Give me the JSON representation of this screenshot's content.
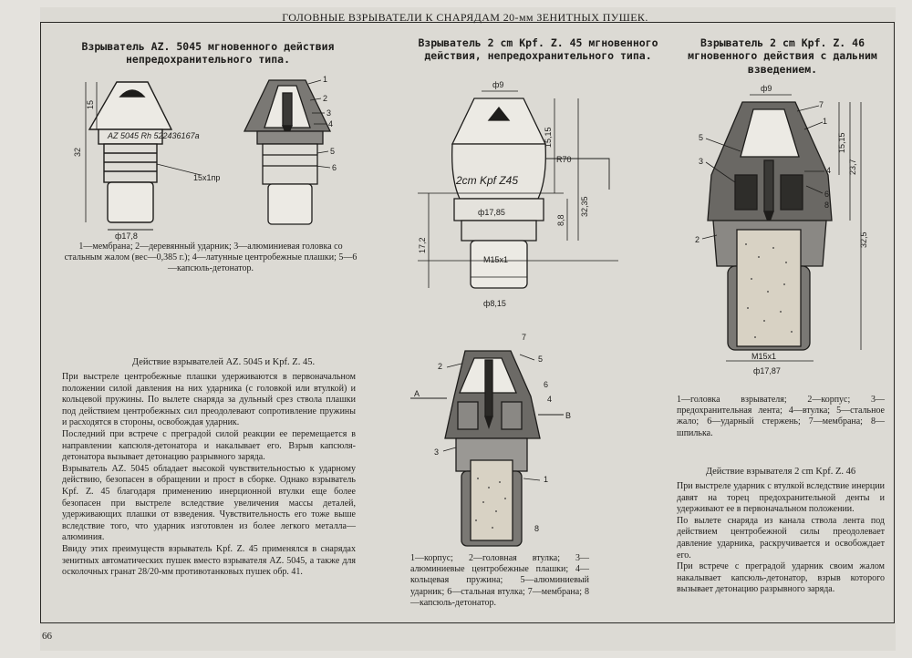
{
  "header": "ГОЛОВНЫЕ ВЗРЫВАТЕЛИ К СНАРЯДАМ 20-мм ЗЕНИТНЫХ ПУШЕК.",
  "page_number": "66",
  "fuse1": {
    "title": "Взрыватель AZ. 5045 мгновенного действия непредохранительного типа.",
    "marking": "AZ 5045 Rh 522436167a",
    "thread": "15x1пр",
    "dims": {
      "h32": "32",
      "h15": "15",
      "dia": "ф17,8"
    },
    "callouts": [
      "1",
      "2",
      "3",
      "4",
      "5",
      "6"
    ],
    "caption": "1—мембрана; 2—деревянный ударник; 3—алюминиевая головка со стальным жалом (вес—0,385 г.); 4—латунные центробежные плашки; 5—6—капсюль-детонатор."
  },
  "fuse2": {
    "title": "Взрыватель 2 cm Kpf. Z. 45 мгновенного действия, непредохранительного типа.",
    "marking": "2cm Kpf Z45",
    "dims": {
      "top": "ф9",
      "d1": "ф17,85",
      "thread": "M15x1",
      "bottom": "ф8,15",
      "r": "R70",
      "h1": "15,15",
      "h2": "32,35",
      "h3": "8,8",
      "h4": "17,2"
    },
    "section_labels": [
      "A",
      "B"
    ],
    "callouts": [
      "1",
      "2",
      "3",
      "4",
      "5",
      "6",
      "7",
      "8"
    ],
    "caption": "1—корпус; 2—головная втулка; 3—алюминиевые центробежные плашки; 4—кольцевая пружина; 5—алюминиевый ударник; 6—стальная втулка; 7—мембрана; 8—капсюль-детонатор."
  },
  "fuse3": {
    "title": "Взрыватель 2 cm Kpf. Z. 46 мгновенного действия с дальним взведением.",
    "dims": {
      "top": "ф9",
      "thread": "M15x1",
      "dia": "ф17,87",
      "h1": "15,15",
      "h2": "23,7",
      "h3": "32,5"
    },
    "callouts": [
      "1",
      "2",
      "3",
      "4",
      "5",
      "6",
      "7",
      "8"
    ],
    "caption": "1—головка взрывателя; 2—корпус; 3—предохранительная лента; 4—втулка; 5—стальное жало; 6—ударный стержень; 7—мембрана; 8—шпилька."
  },
  "action1": {
    "title": "Действие взрывателей AZ. 5045 и Kpf. Z. 45.",
    "paragraphs": [
      "При выстреле центробежные плашки удерживаются в первоначальном положении силой давления на них ударника (с головкой или втулкой) и кольцевой пружины. По вылете снаряда за дульный срез ствола плашки под действием центробежных сил преодолевают сопротивление пружины и расходятся в стороны, освобождая ударник.",
      "Последний при встрече с преградой силой реакции ее перемещается в направлении капсюля-детонатора и накалывает его. Взрыв капсюля-детонатора вызывает детонацию разрывного заряда.",
      "Взрыватель AZ. 5045 обладает высокой чувствительностью к ударному действию, безопасен в обращении и прост в сборке. Однако взрыватель Kpf. Z. 45 благодаря применению инерционной втулки еще более безопасен при выстреле вследствие увеличения массы деталей, удерживающих плашки от взведения. Чувствительность его тоже выше вследствие того, что ударник изготовлен из более легкого металла—алюминия.",
      "Ввиду этих преимуществ взрыватель Kpf. Z. 45 применялся в снарядах зенитных автоматических пушек вместо взрывателя AZ. 5045, а также для осколочных гранат 28/20-мм противотанковых пушек обр. 41."
    ]
  },
  "action2": {
    "title": "Действие взрывателя 2 cm Kpf. Z. 46",
    "paragraphs": [
      "При выстреле ударник с втулкой вследствие инерции давят на торец предохранительной денты и удерживают ее в первоначальном положении.",
      "По вылете снаряда из канала ствола лента под действием центробежной силы преодолевает давление ударника, раскручивается и освобождает его.",
      "При встрече с преградой ударник своим жалом накалывает капсюль-детонатор, взрыв которого вызывает детонацию разрывного заряда."
    ]
  }
}
